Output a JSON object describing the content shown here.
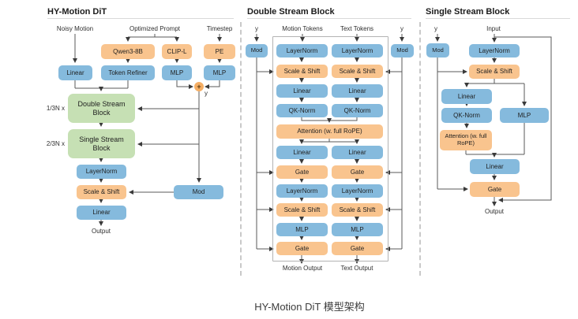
{
  "caption": "HY-Motion DiT 模型架构",
  "colors": {
    "blue": "#85BADD",
    "orange": "#F9C48E",
    "green": "#C6E0B4",
    "line": "#595959"
  },
  "left": {
    "title": "HY-Motion DiT",
    "input_noisy": "Noisy Motion",
    "input_prompt": "Optimized Prompt",
    "input_timestep": "Timestep",
    "qwen": "Qwen3-8B",
    "clip": "CLIP-L",
    "pe": "PE",
    "linear_in": "Linear",
    "token_refiner": "Token Refiner",
    "mlp_clip": "MLP",
    "mlp_pe": "MLP",
    "plus": "+",
    "y": "y",
    "dsb_mult": "1/3N x",
    "dsb": "Double Stream Block",
    "ssb_mult": "2/3N x",
    "ssb": "Single Stream Block",
    "layernorm": "LayerNorm",
    "scale_shift": "Scale & Shift",
    "linear_out": "Linear",
    "mod": "Mod",
    "output": "Output"
  },
  "middle": {
    "title": "Double Stream Block",
    "y_left": "y",
    "motion_tokens": "Motion Tokens",
    "text_tokens": "Text Tokens",
    "y_right": "y",
    "mod_left": "Mod",
    "mod_right": "Mod",
    "rows_top": [
      "LayerNorm",
      "Scale & Shift",
      "Linear",
      "QK-Norm"
    ],
    "attention": "Attention (w. full RoPE)",
    "rows_bottom": [
      "Linear",
      "Gate",
      "LayerNorm",
      "Scale & Shift",
      "MLP",
      "Gate"
    ],
    "motion_output": "Motion Output",
    "text_output": "Text Output"
  },
  "right": {
    "title": "Single Stream Block",
    "y": "y",
    "input": "Input",
    "mod": "Mod",
    "layernorm": "LayerNorm",
    "scale_shift": "Scale & Shift",
    "linear1": "Linear",
    "qknorm": "QK-Norm",
    "mlp": "MLP",
    "attention": "Attention (w. full RoPE)",
    "linear2": "Linear",
    "gate": "Gate",
    "output": "Output"
  }
}
